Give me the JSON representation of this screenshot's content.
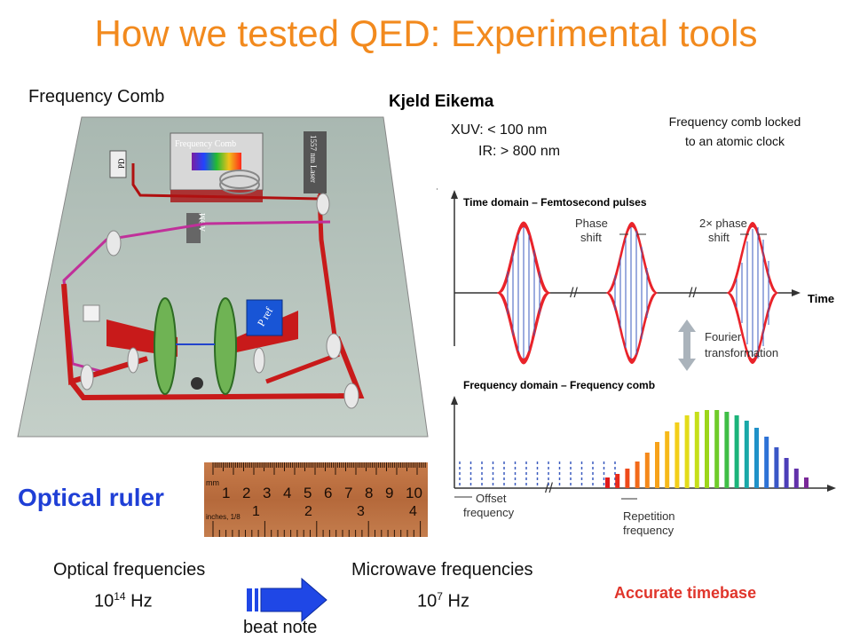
{
  "title": "How we tested QED: Experimental tools",
  "labels": {
    "frequency_comb": "Frequency Comb",
    "author": "Kjeld Eikema",
    "xuv": "XUV: < 100 nm",
    "ir": "IR: > 800 nm",
    "locked_line1": "Frequency comb locked",
    "locked_line2": "to an atomic clock",
    "optical_ruler": "Optical ruler",
    "optical_frequencies": "Optical frequencies",
    "microwave_frequencies": "Microwave frequencies",
    "optical_value_base": "10",
    "optical_value_exp": "14",
    "optical_value_unit": " Hz",
    "micro_value_base": "10",
    "micro_value_exp": "7",
    "micro_value_unit": " Hz",
    "beat_note": "beat note",
    "accurate_timebase": "Accurate timebase"
  },
  "setup": {
    "comb_box": "Frequency Comb",
    "pd": "PD",
    "aom": "AOM",
    "laser": "1557 nm Laser",
    "pref": "P ref"
  },
  "comb_diagram": {
    "time_title": "Time domain – Femtosecond pulses",
    "phase_shift": "Phase shift",
    "phase_shift_2": "2× phase shift",
    "time_axis": "Time",
    "fourier": "Fourier transformation",
    "freq_title": "Frequency domain – Frequency comb",
    "offset": "Offset frequency",
    "repetition": "Repetition frequency"
  },
  "ruler": {
    "mm": "mm",
    "cm_ticks": [
      "1",
      "2",
      "3",
      "4",
      "5",
      "6",
      "7",
      "8",
      "9",
      "10"
    ],
    "inch_ticks": [
      "1",
      "2",
      "3",
      "4"
    ],
    "inches_label": "inches, 1/8"
  },
  "colors": {
    "title": "#f28a1e",
    "ruler_label": "#1f3fd6",
    "timebase": "#e0352b",
    "arrow": "#1f47e6"
  }
}
